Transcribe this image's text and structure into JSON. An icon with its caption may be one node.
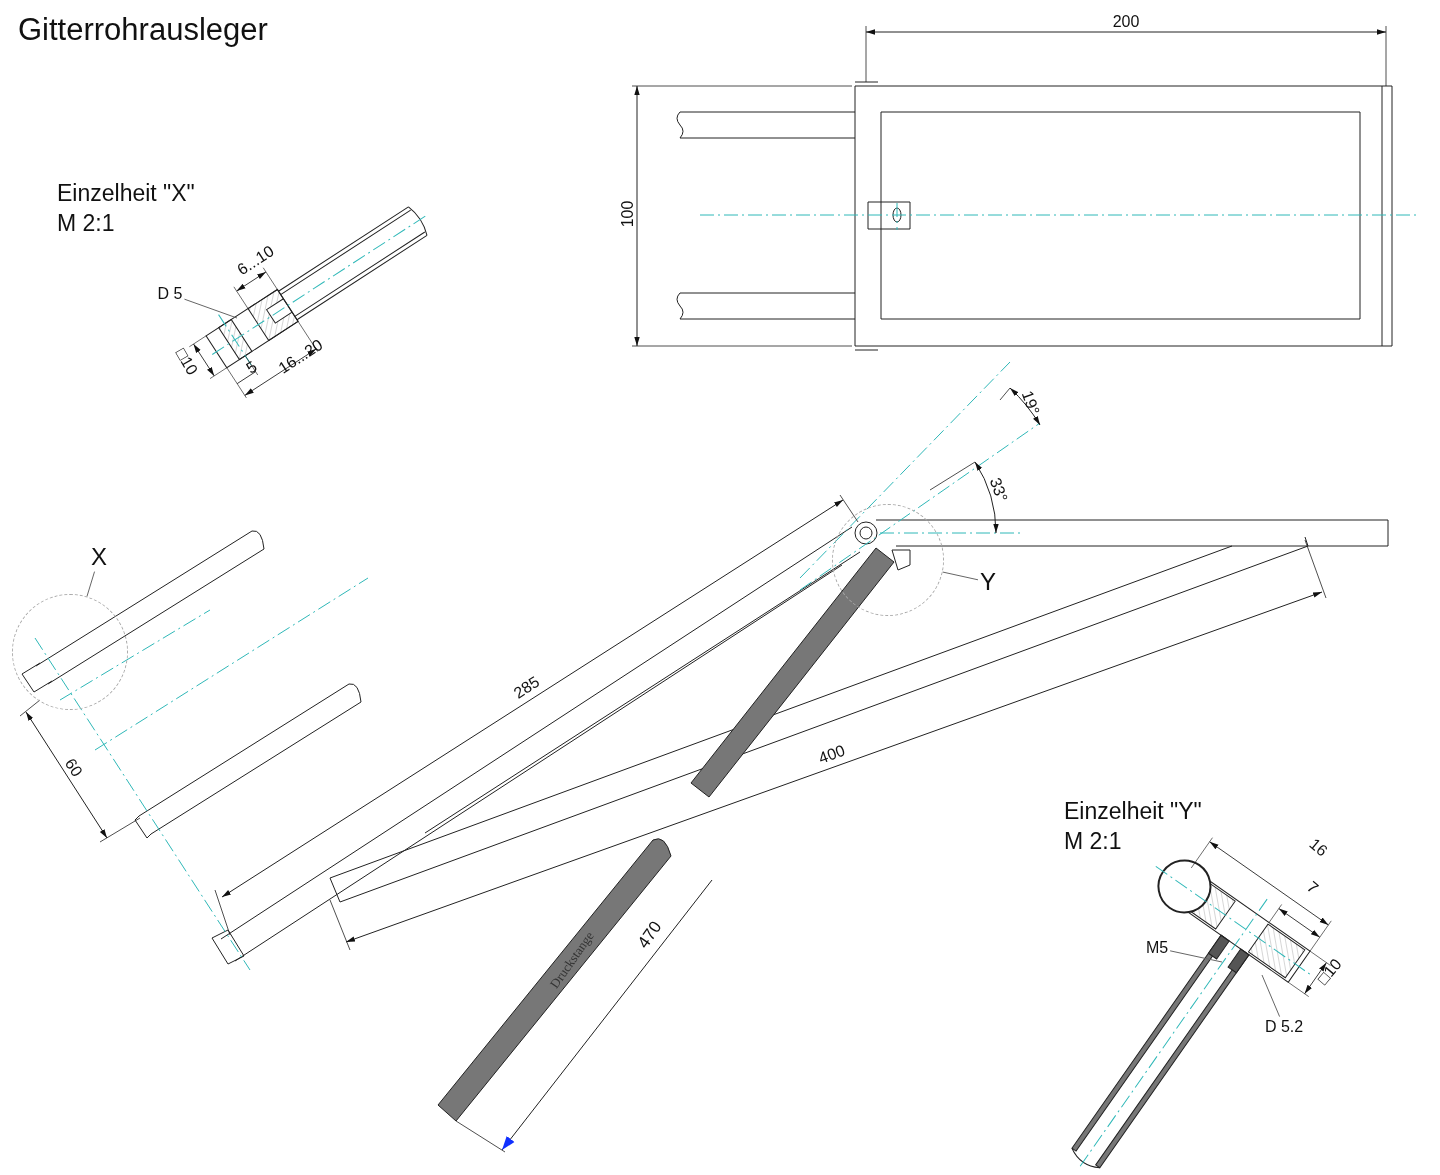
{
  "diagram": {
    "title": "Gitterrohrausleger",
    "nodes": [
      {
        "text": [
          "X"
        ]
      },
      {
        "text": [],
        "shape": "circle"
      },
      {
        "text": [
          "Y"
        ]
      },
      {
        "text": [],
        "shape": "circle"
      },
      {
        "text": [
          "D 5"
        ]
      },
      {
        "text": [
          "M5"
        ]
      },
      {
        "text": [
          "D 5.2"
        ]
      }
    ],
    "edges": [
      {
        "from": 0,
        "to": 1,
        "arrow": "none"
      },
      {
        "from": 2,
        "to": 3,
        "arrow": "none"
      },
      {
        "from": 4,
        "to": null,
        "arrow": "none"
      },
      {
        "from": 5,
        "to": null,
        "arrow": "none"
      },
      {
        "from": 6,
        "to": null,
        "arrow": "none"
      }
    ],
    "labels": [
      "200",
      "Einzelheit \"X\"",
      "M 2:1",
      "100",
      "6...10",
      "□10",
      "5",
      "16...20",
      "19°",
      "33°",
      "285",
      "60",
      "400",
      "Einzelheit \"Y\"",
      "M 2:1",
      "16",
      "7",
      "470",
      "□10",
      "Druckstange"
    ]
  }
}
